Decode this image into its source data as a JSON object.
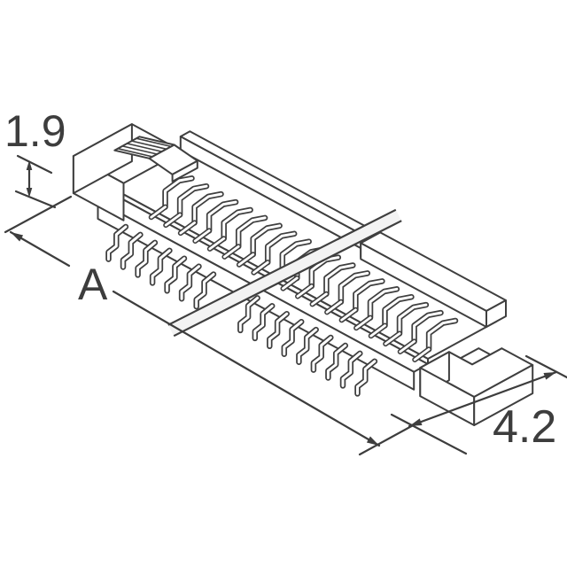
{
  "image": {
    "description": "Isometric technical line drawing of a multi-position FFC/FPC connector with a diagonal break band across its middle",
    "background": "#ffffff"
  },
  "drawing": {
    "line_color": "#3f3f3f",
    "text_color": "#3d3d3d",
    "fill_color": "#ffffff",
    "break_band_fill": "#f3f3f3"
  },
  "dimensions": {
    "height": {
      "label": "1.9"
    },
    "length": {
      "label": "A"
    },
    "depth": {
      "label": "4.2"
    }
  }
}
